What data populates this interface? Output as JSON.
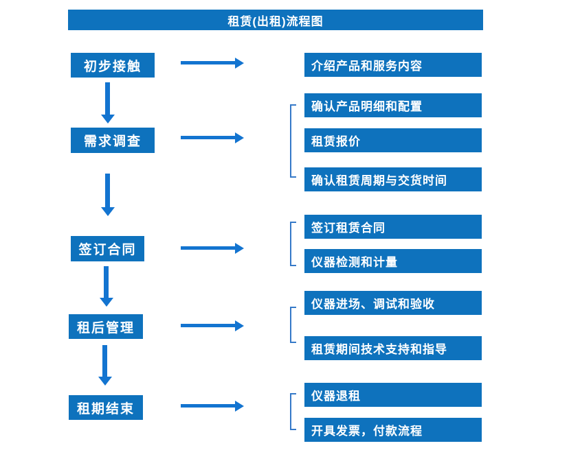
{
  "title": "租赁(出租)流程图",
  "colors": {
    "box_blue": "#0e72bd",
    "arrow_blue": "#1374d0",
    "bracket_blue": "#3579c8",
    "text": "#ffffff",
    "background": "#ffffff"
  },
  "steps": [
    {
      "label": "初步接触",
      "details": [
        "介绍产品和服务内容"
      ]
    },
    {
      "label": "需求调查",
      "details": [
        "确认产品明细和配置",
        "租赁报价",
        "确认租赁周期与交货时间"
      ]
    },
    {
      "label": "签订合同",
      "details": [
        "签订租赁合同",
        "仪器检测和计量"
      ]
    },
    {
      "label": "租后管理",
      "details": [
        "仪器进场、调试和验收",
        "租赁期间技术支持和指导"
      ]
    },
    {
      "label": "租期结束",
      "details": [
        "仪器退租",
        "开具发票，付款流程"
      ]
    }
  ]
}
